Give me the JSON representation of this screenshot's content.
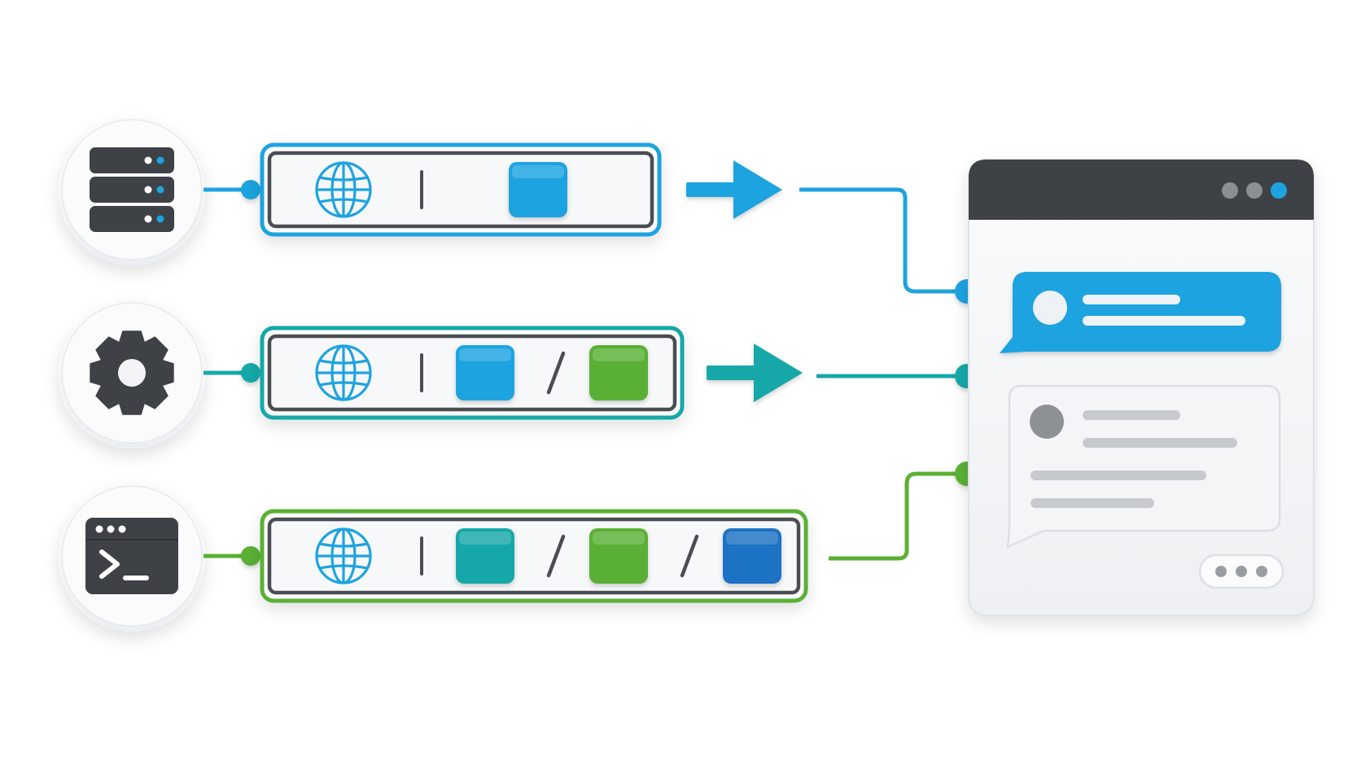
{
  "colors": {
    "blue": "#1ea3e0",
    "teal": "#19a8a8",
    "green": "#5ab034",
    "navy": "#1f72c4",
    "dark": "#3e4145",
    "bubble_gray": "#c6c9cd"
  },
  "sources": [
    {
      "icon": "server-stack-icon",
      "accent": "blue",
      "segments": [
        "blue"
      ]
    },
    {
      "icon": "gear-icon",
      "accent": "teal",
      "segments": [
        "blue",
        "green"
      ]
    },
    {
      "icon": "terminal-icon",
      "accent": "green",
      "segments": [
        "teal",
        "green",
        "navy"
      ]
    }
  ],
  "path_icon": "globe-icon",
  "window": {
    "controls": [
      "gray",
      "gray",
      "blue"
    ],
    "messages": [
      {
        "kind": "outgoing",
        "accent": "blue"
      },
      {
        "kind": "incoming",
        "accent": "gray"
      }
    ],
    "more_icon": "ellipsis-icon"
  }
}
